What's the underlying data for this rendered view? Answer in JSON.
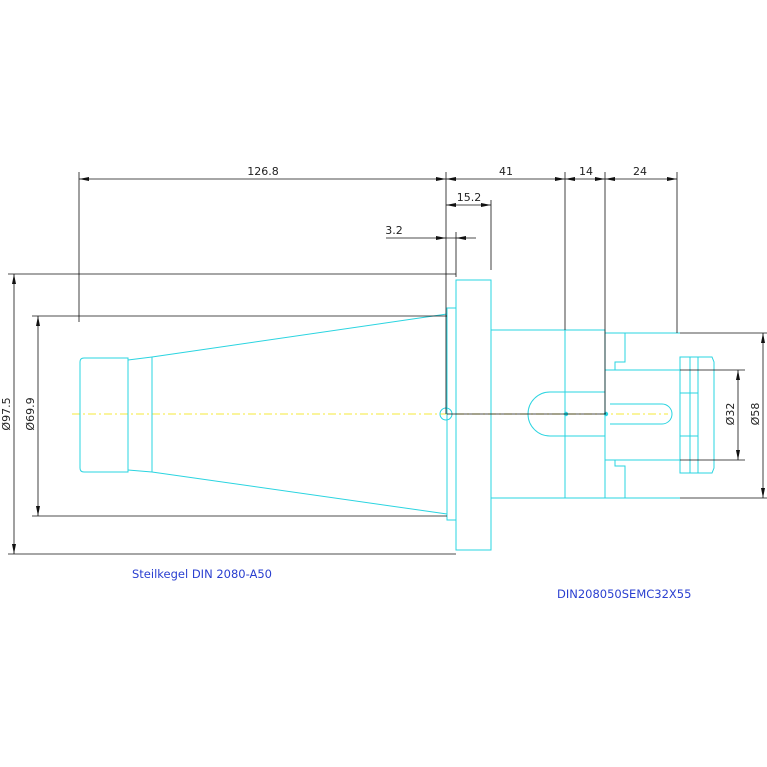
{
  "drawing": {
    "colors": {
      "part_outline": "#2ad4e0",
      "dimension": "#111111",
      "center_axis": "#f4e83a",
      "caption": "#2a3fd0",
      "background": "#ffffff"
    },
    "dimensions": {
      "length_taper": "126.8",
      "length_body": "41",
      "length_collar": "14",
      "length_nut": "24",
      "flange_width": "15.2",
      "flange_offset": "3.2",
      "dia_flange": "Ø97.5",
      "dia_taper": "Ø69.9",
      "dia_bore": "Ø32",
      "dia_body": "Ø58"
    },
    "captions": {
      "taper_standard": "Steilkegel DIN 2080-A50",
      "part_number": "DIN208050SEMC32X55"
    }
  }
}
